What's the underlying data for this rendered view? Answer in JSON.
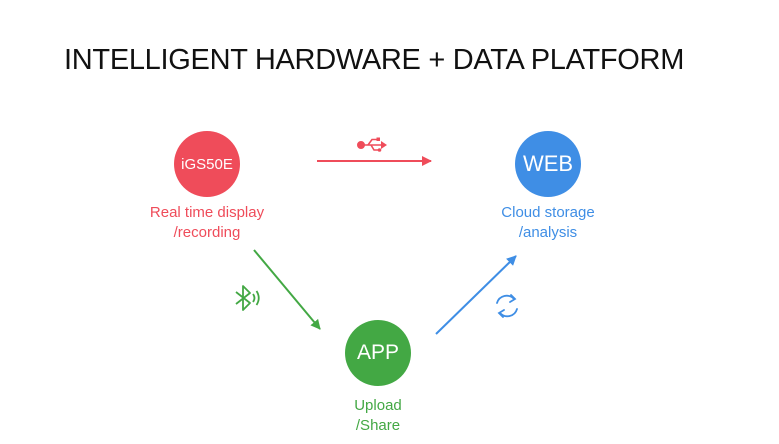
{
  "title": "INTELLIGENT HARDWARE + DATA PLATFORM",
  "colors": {
    "device": "#ef4c5a",
    "web": "#3f8ee5",
    "app": "#43a844"
  },
  "nodes": {
    "device": {
      "label": "iGS50E",
      "caption_line1": "Real time display",
      "caption_line2": "/recording"
    },
    "web": {
      "label": "WEB",
      "caption_line1": "Cloud storage",
      "caption_line2": "/analysis"
    },
    "app": {
      "label": "APP",
      "caption_line1": "Upload",
      "caption_line2": "/Share"
    }
  },
  "icons": {
    "device_to_web": "usb-icon",
    "device_to_app": "bluetooth-icon",
    "app_to_web": "sync-icon"
  }
}
